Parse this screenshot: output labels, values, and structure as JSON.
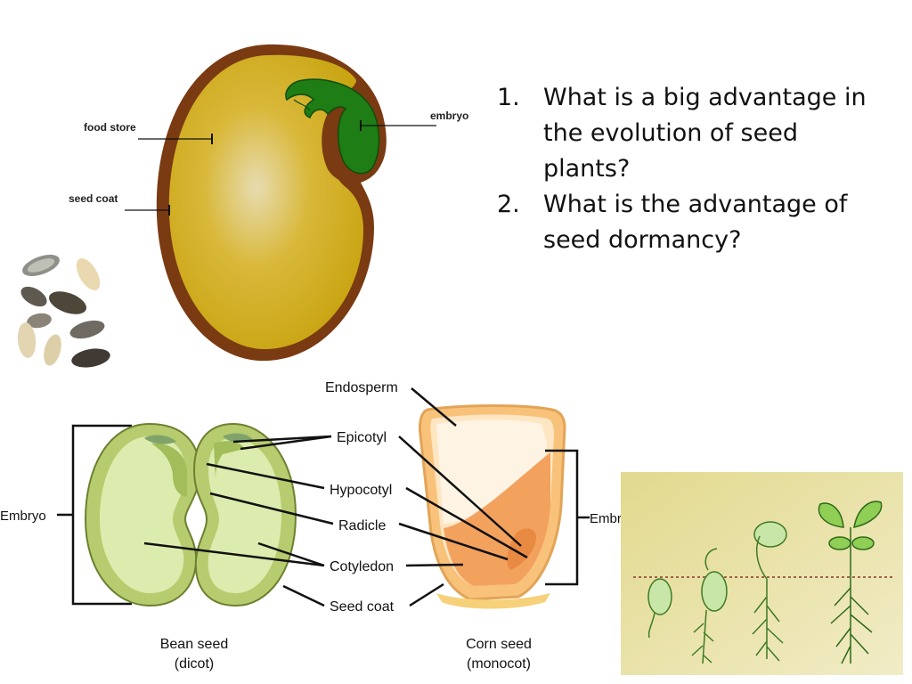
{
  "questions": [
    {
      "number": "1.",
      "text": "What is a big advantage in the evolution of seed plants?"
    },
    {
      "number": "2.",
      "text": "What is the advantage of seed dormancy?"
    }
  ],
  "seed_diagram": {
    "labels": {
      "food_store": "food store",
      "seed_coat": "seed coat",
      "embryo": "embryo"
    },
    "colors": {
      "coat": "#7a3a12",
      "food": "#d1ab1a",
      "embryo": "#1e7d14"
    }
  },
  "bean_corn_diagram": {
    "labels": {
      "endosperm": "Endosperm",
      "epicotyl": "Epicotyl",
      "hypocotyl": "Hypocotyl",
      "radicle": "Radicle",
      "cotyledon": "Cotyledon",
      "seed_coat": "Seed coat",
      "embryo_left": "Embryo",
      "embryo_right": "Embryo"
    },
    "captions": {
      "bean_line1": "Bean seed",
      "bean_line2": "(dicot)",
      "corn_line1": "Corn seed",
      "corn_line2": "(monocot)"
    },
    "colors": {
      "bean": "#b7cc6e",
      "bean_inner": "#dcecae",
      "corn": "#f8c27a",
      "corn_embryo": "#f3a25e"
    }
  }
}
